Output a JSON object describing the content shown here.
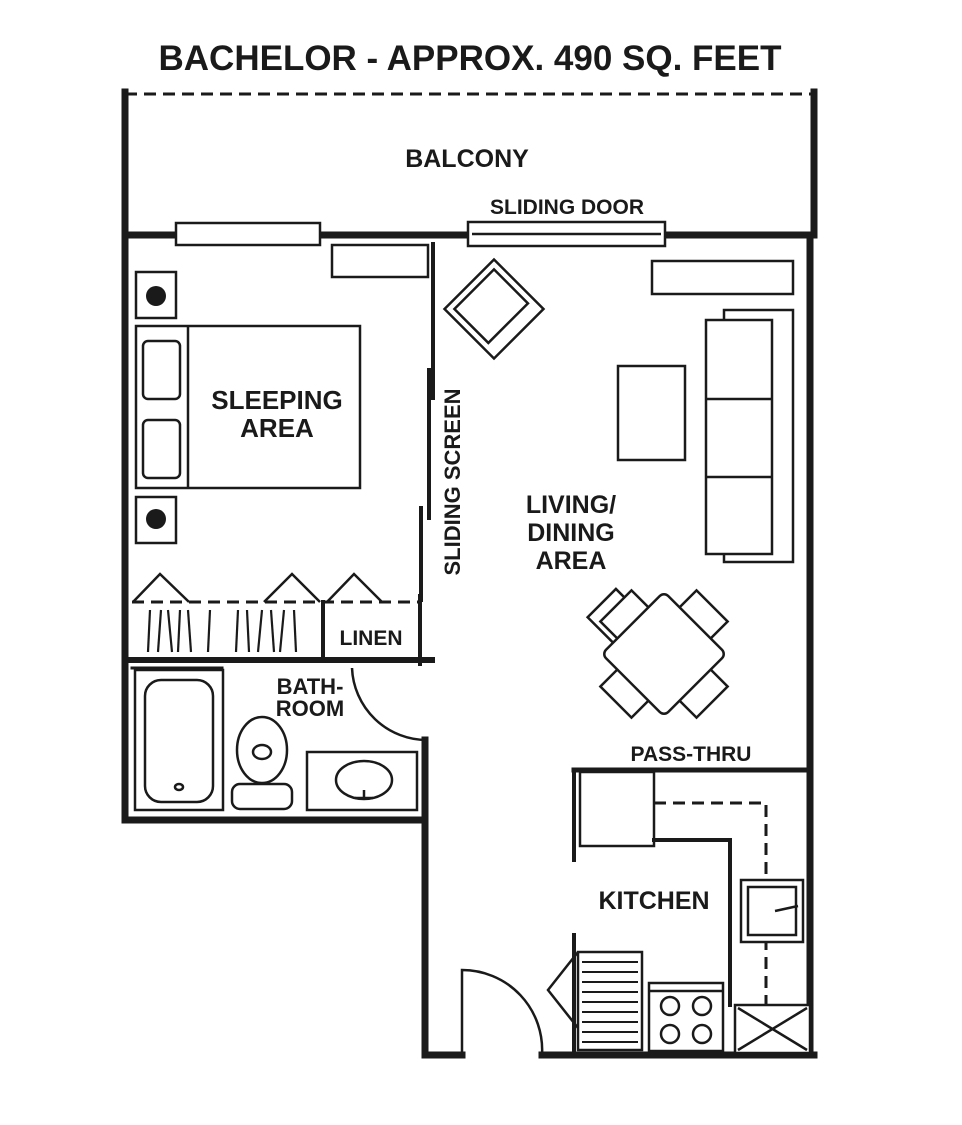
{
  "title": "BACHELOR - APPROX. 490 SQ. FEET",
  "rooms": {
    "balcony": "BALCONY",
    "sliding_door": "SLIDING DOOR",
    "sleeping_area_line1": "SLEEPING",
    "sleeping_area_line2": "AREA",
    "sliding_screen": "SLIDING SCREEN",
    "living_line1": "LIVING/",
    "living_line2": "DINING",
    "living_line3": "AREA",
    "linen": "LINEN",
    "bathroom_line1": "BATH-",
    "bathroom_line2": "ROOM",
    "pass_thru": "PASS-THRU",
    "kitchen": "KITCHEN"
  }
}
